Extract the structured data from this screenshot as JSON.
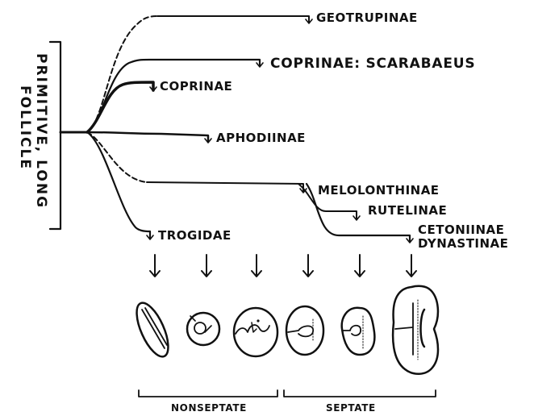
{
  "root": {
    "label_line1": "PRIMITIVE, LONG",
    "label_line2": "FOLLICLE"
  },
  "taxa": {
    "geotrupinae": "GEOTRUPINAE",
    "coprinae_scarabaeus": "COPRINAE: SCARABAEUS",
    "coprinae": "COPRINAE",
    "aphodiinae": "APHODIINAE",
    "melolonthinae": "MELOLONTHINAE",
    "rutelinae": "RUTELINAE",
    "cetoniinae": "CETONIINAE",
    "dynastinae": "DYNASTINAE",
    "trogidae": "TROGIDAE"
  },
  "groups": {
    "nonseptate": "NONSEPTATE",
    "septate": "SEPTATE"
  }
}
